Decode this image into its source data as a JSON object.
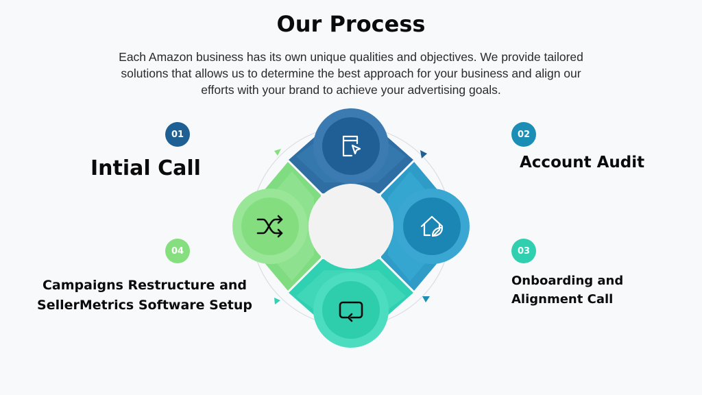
{
  "header": {
    "title": "Our Process",
    "description": "Each Amazon business has its own unique qualities and objectives. We provide tailored solutions that allows us to determine the best approach for your business and align our efforts with your brand to achieve your advertising goals."
  },
  "steps": [
    {
      "number": "01",
      "label": "Intial Call",
      "color": "#1e5f94",
      "icon": "document-cursor-icon"
    },
    {
      "number": "02",
      "label": "Account Audit",
      "color": "#1c8db5",
      "icon": "home-leaf-icon"
    },
    {
      "number": "03",
      "label": "Onboarding and Alignment Call",
      "color": "#2fcfaf",
      "icon": "repeat-icon"
    },
    {
      "number": "04",
      "label": "Campaigns Restructure and SellerMetrics Software Setup",
      "color": "#86df7e",
      "icon": "shuffle-icon"
    }
  ],
  "colors": {
    "top": "#2f6ea3",
    "right": "#2e9cc7",
    "bottom": "#30d0b2",
    "left": "#7fdc80",
    "center": "#f2f2f2"
  }
}
